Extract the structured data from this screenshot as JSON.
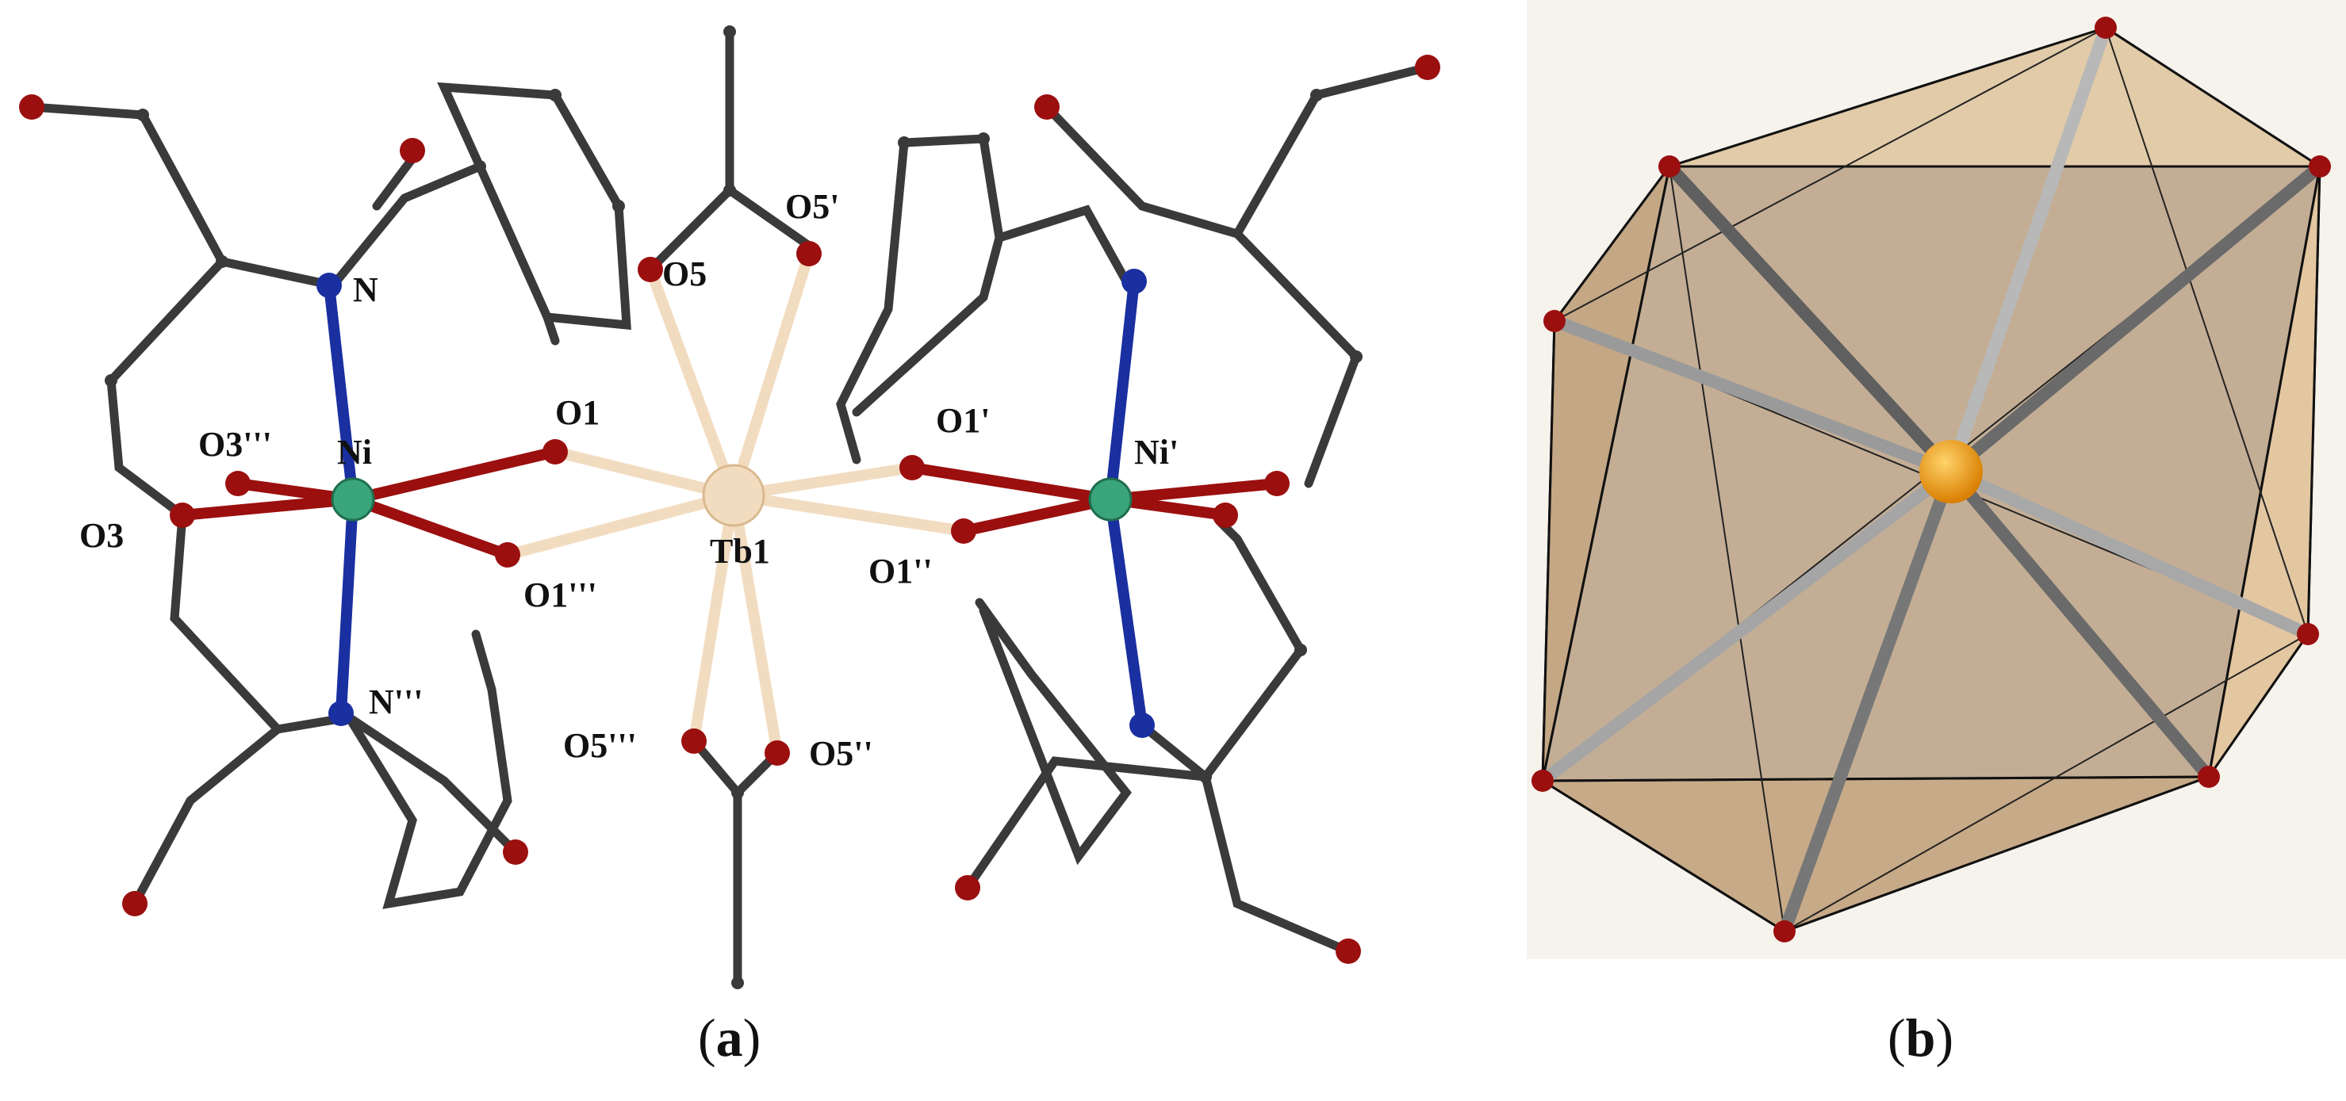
{
  "panel_a": {
    "caption_letter": "a",
    "labels": {
      "N": "N",
      "N3": "N'''",
      "Ni": "Ni",
      "Ni1": "Ni'",
      "O1": "O1",
      "O1p": "O1'",
      "O1pp": "O1''",
      "O1ppp": "O1'''",
      "O3": "O3",
      "O3ppp": "O3'''",
      "O5": "O5",
      "O5p": "O5'",
      "O5pp": "O5''",
      "O5ppp": "O5'''",
      "Tb1": "Tb1"
    }
  },
  "panel_b": {
    "caption_letter": "b"
  },
  "colors": {
    "carbon_bond": "#3a3a3a",
    "oxygen": "#9b0f0f",
    "nitrogen": "#1a2fa0",
    "nickel": "#3aa57a",
    "terbium": "#f2dcc0",
    "polyhedron_fill": "#c9a97e",
    "polyhedron_center": "#f0a010"
  }
}
